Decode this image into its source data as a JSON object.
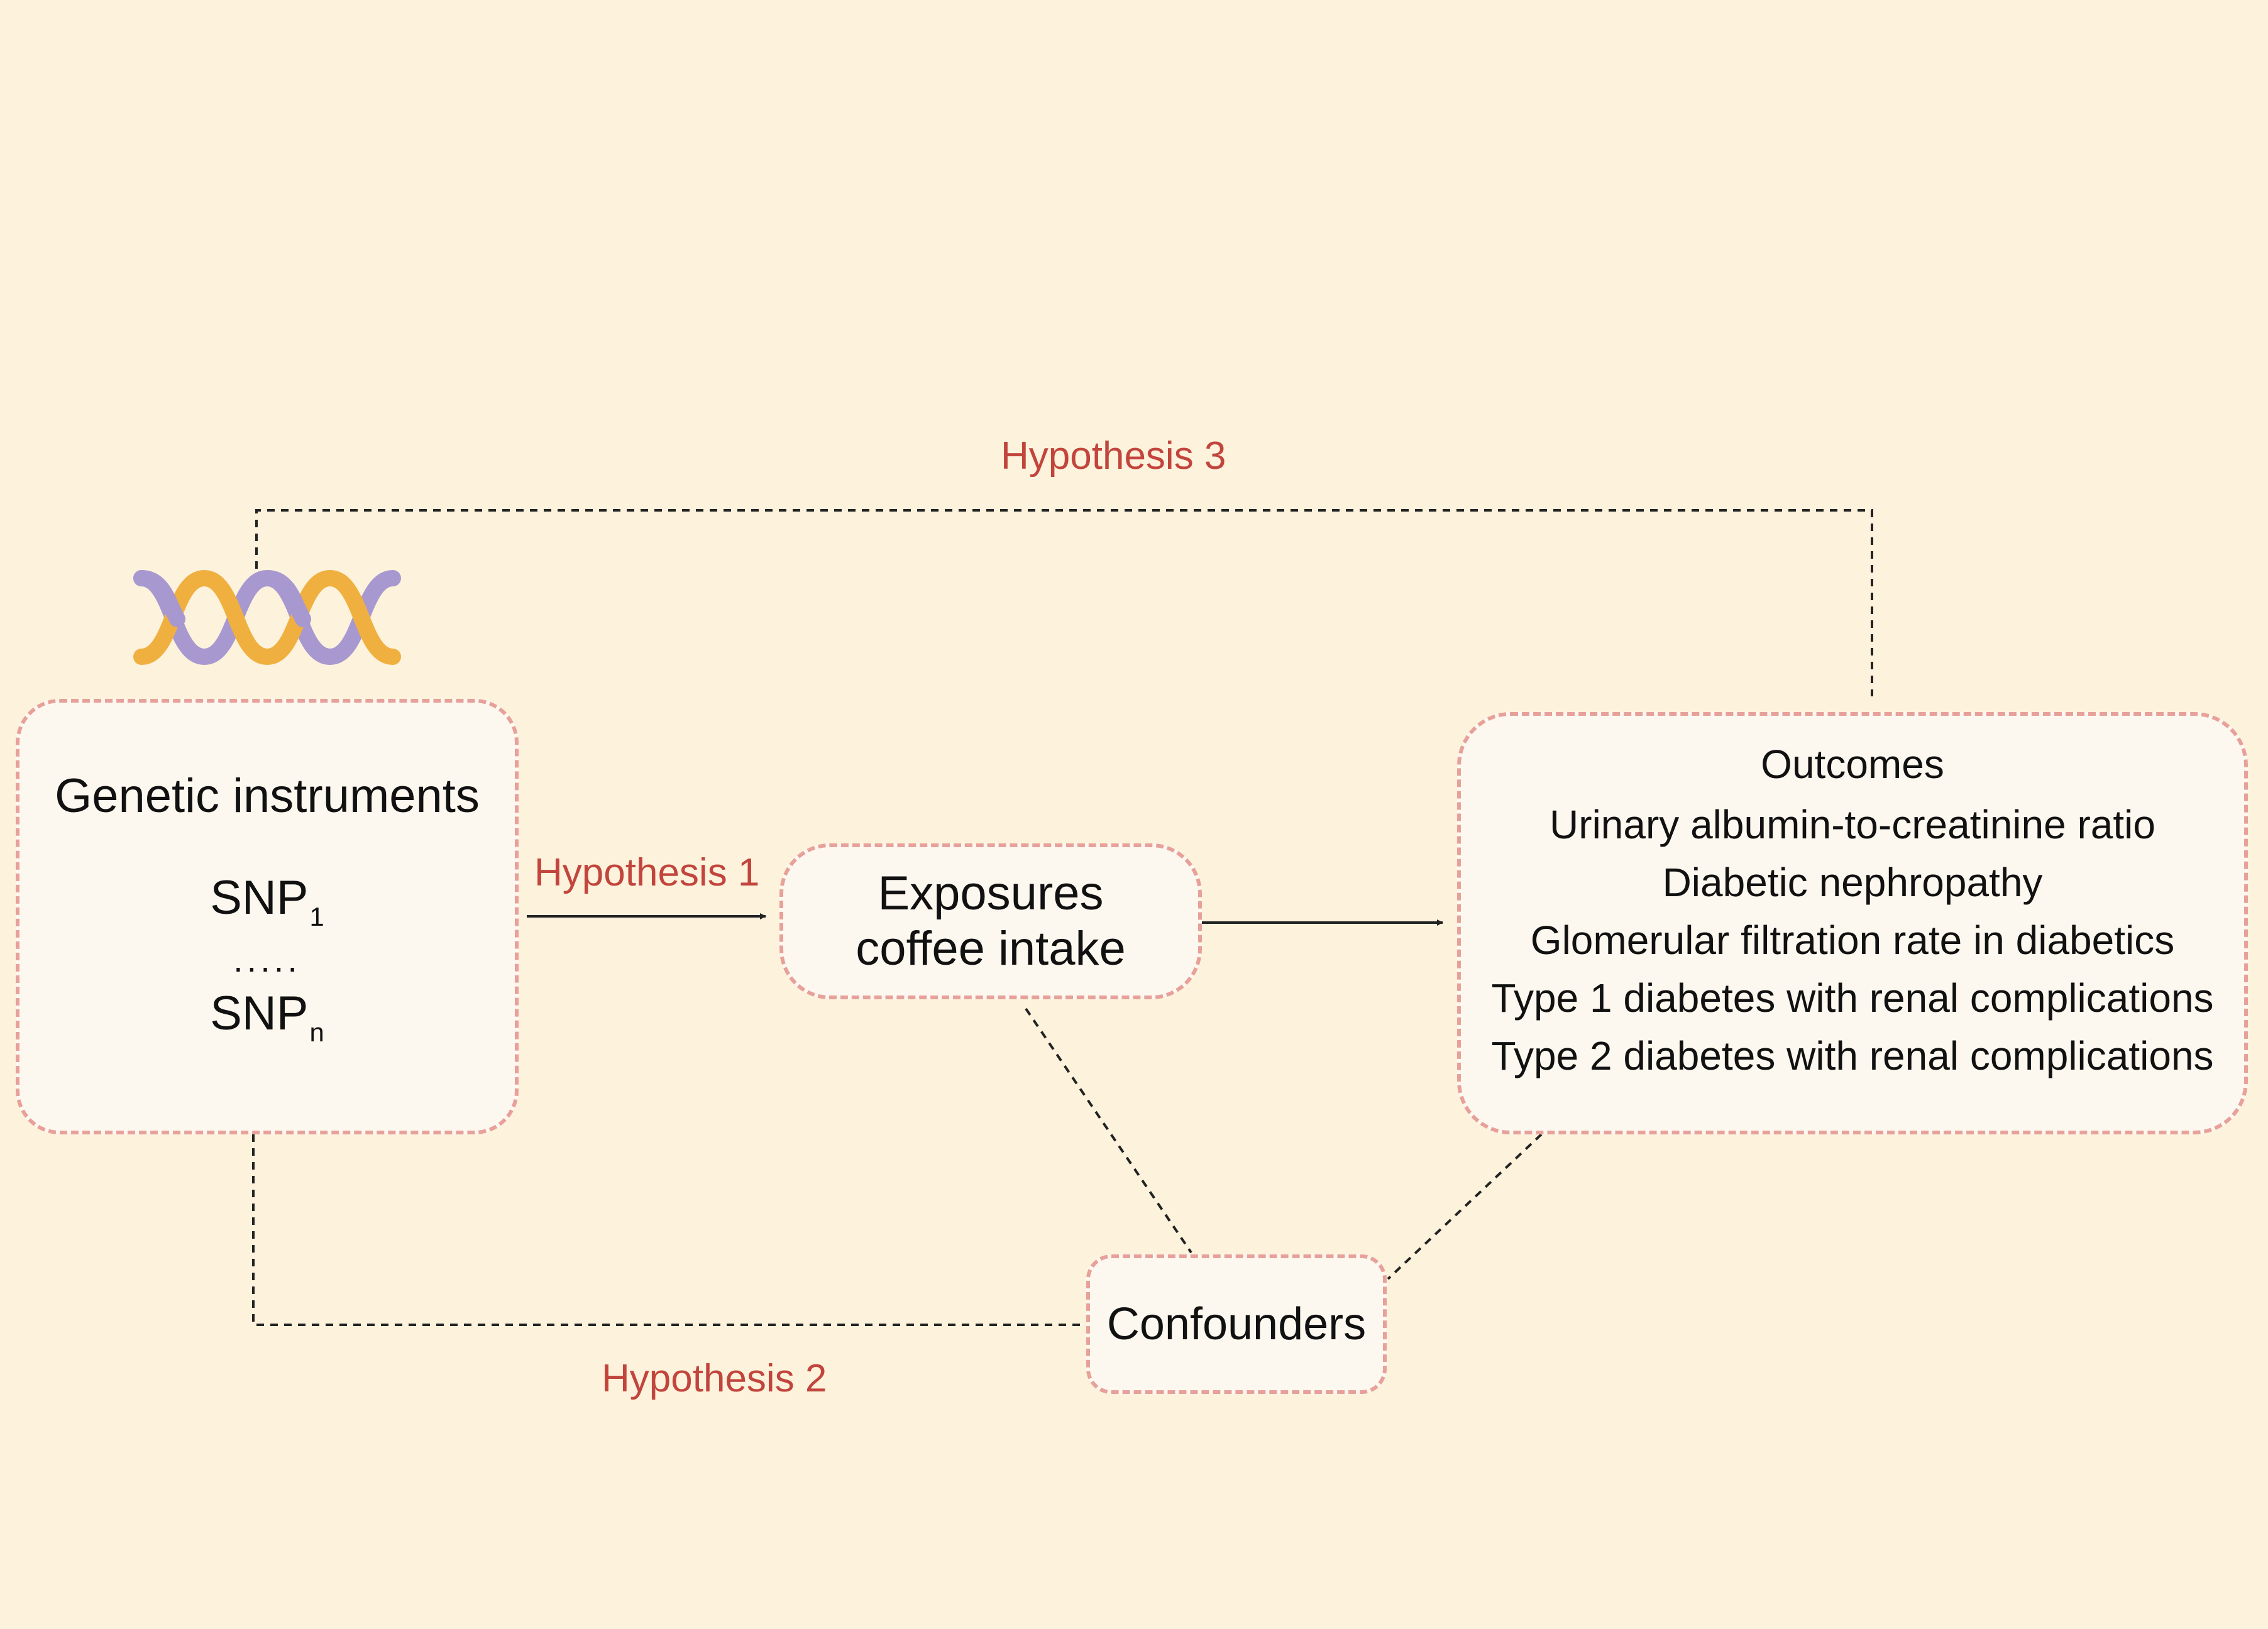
{
  "hypotheses": {
    "h1": "Hypothesis 1",
    "h2": "Hypothesis 2",
    "h3": "Hypothesis 3"
  },
  "genetic": {
    "title": "Genetic instruments",
    "snp1": "SNP",
    "snp1_sub": "1",
    "dots": ".....",
    "snpn": "SNP",
    "snpn_sub": "n"
  },
  "exposure": {
    "line1": "Exposures",
    "line2": "coffee intake"
  },
  "outcomes": {
    "title": "Outcomes",
    "items": [
      "Urinary albumin-to-creatinine ratio",
      "Diabetic nephropathy",
      "Glomerular filtration rate in diabetics",
      "Type 1 diabetes with renal complications",
      "Type 2 diabetes with renal complications"
    ]
  },
  "confounders": {
    "label": "Confounders"
  },
  "colors": {
    "background": "#fdf2dc",
    "box_fill": "#fdf8ef",
    "box_border": "#e7a19a",
    "hypothesis_text": "#c2453d",
    "dna_purple": "#a898d0",
    "dna_orange": "#f0b040"
  }
}
